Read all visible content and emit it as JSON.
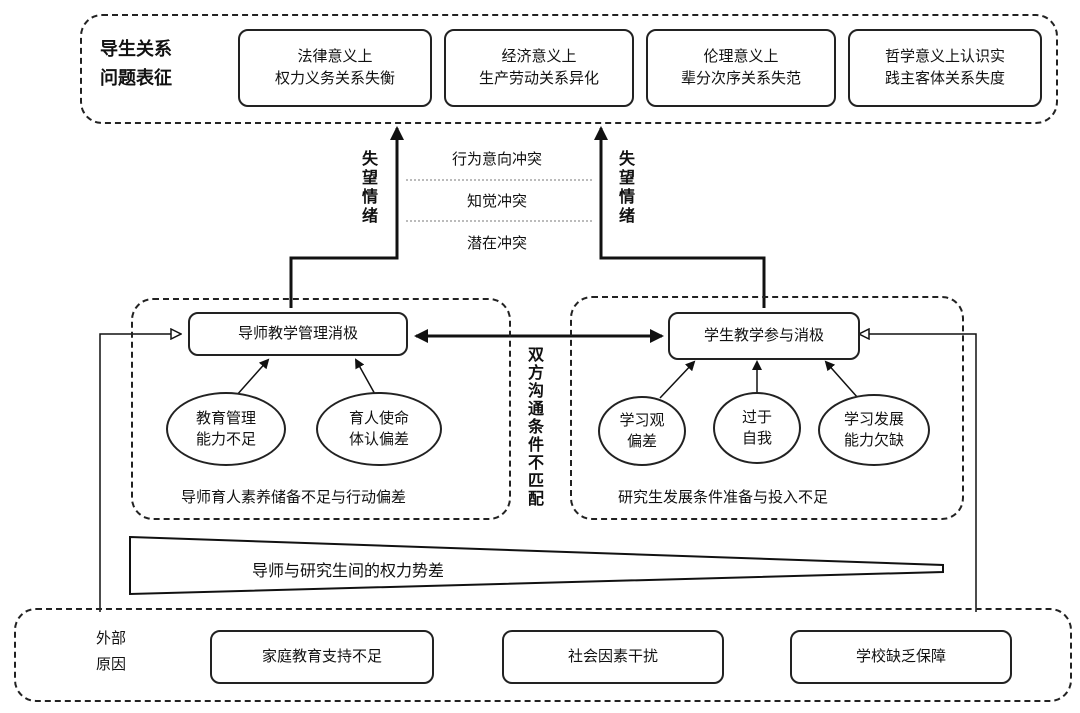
{
  "top": {
    "title": "导生关系\n问题表征",
    "boxes": [
      "法律意义上\n权力义务关系失衡",
      "经济意义上\n生产劳动关系异化",
      "伦理意义上\n辈分次序关系失范",
      "哲学意义上认识实\n践主客体关系失度"
    ]
  },
  "arrows": {
    "left_label": "失望情绪",
    "right_label": "失望情绪"
  },
  "conflicts": [
    "行为意向冲突",
    "知觉冲突",
    "潜在冲突"
  ],
  "left_group": {
    "main": "导师教学管理消极",
    "ellipses": [
      "教育管理\n能力不足",
      "育人使命\n体认偏差"
    ],
    "caption": "导师育人素养储备不足与行动偏差"
  },
  "right_group": {
    "main": "学生教学参与消极",
    "ellipses": [
      "学习观\n偏差",
      "过于\n自我",
      "学习发展\n能力欠缺"
    ],
    "caption": "研究生发展条件准备与投入不足"
  },
  "middle_vertical": "双方沟通条件不匹配",
  "power_gap": "导师与研究生间的权力势差",
  "bottom": {
    "label": "外部\n原因",
    "boxes": [
      "家庭教育支持不足",
      "社会因素干扰",
      "学校缺乏保障"
    ]
  }
}
